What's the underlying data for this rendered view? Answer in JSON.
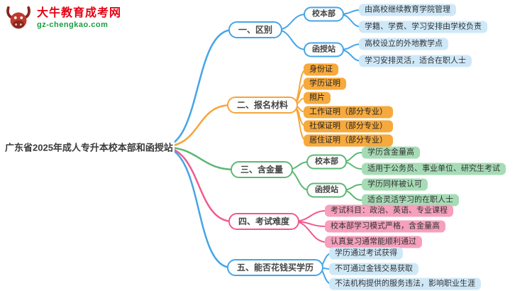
{
  "logo": {
    "title": "大牛教育成考网",
    "url": "gz-chengkao.com"
  },
  "root": "广东省2025年成人专升本校本部和函授站",
  "colors": {
    "blue": "#45a5e6",
    "orange": "#f5a53b",
    "green": "#5cb874",
    "pink": "#f2598c",
    "leaf_blue": "#cfe8f8",
    "leaf_orange": "#f6a93c",
    "leaf_green": "#a6dcb5",
    "leaf_pink": "#f6a0bd",
    "brand_red": "#e60012",
    "brand_green": "#1a9e3f"
  },
  "branches": [
    {
      "label": "一、区别",
      "color": "#45a5e6",
      "children": [
        {
          "label": "校本部",
          "leaves": [
            "由高校继续教育学院管理",
            "学籍、学费、学习安排由学校负责"
          ]
        },
        {
          "label": "函授站",
          "leaves": [
            "高校设立的外地教学点",
            "学习安排灵活，适合在职人士"
          ]
        }
      ]
    },
    {
      "label": "二、报名材料",
      "color": "#f5a53b",
      "leaves": [
        "身份证",
        "学历证明",
        "照片",
        "工作证明（部分专业）",
        "社保证明（部分专业）",
        "居住证明（部分专业）"
      ]
    },
    {
      "label": "三、含金量",
      "color": "#5cb874",
      "children": [
        {
          "label": "校本部",
          "leaves": [
            "学历含金量高",
            "适用于公务员、事业单位、研究生考试"
          ]
        },
        {
          "label": "函授站",
          "leaves": [
            "学历同样被认可",
            "适合灵活学习的在职人士"
          ]
        }
      ]
    },
    {
      "label": "四、考试难度",
      "color": "#f2598c",
      "leaves": [
        "考试科目：政治、英语、专业课程",
        "校本部学习模式严格，含金量高",
        "认真复习通常能顺利通过"
      ]
    },
    {
      "label": "五、能否花钱买学历",
      "color": "#45a5e6",
      "leaves": [
        "学历通过考试获得",
        "不可通过金钱交易获取",
        "不法机构提供的服务违法，影响职业生涯"
      ]
    }
  ]
}
